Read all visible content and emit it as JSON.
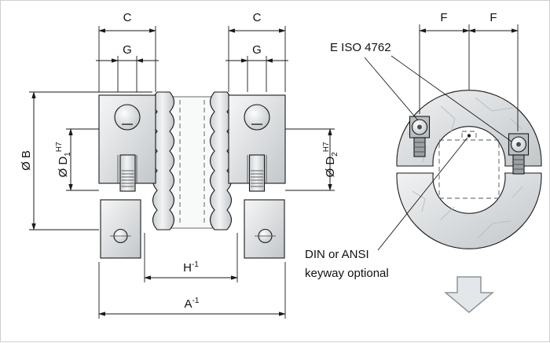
{
  "drawing": {
    "title": "clamp-coupling-technical-drawing",
    "colors": {
      "line": "#1a1a1a",
      "metal_light": "#f3f4f5",
      "metal_dark": "#c6cacd",
      "annotation_text": "#111111"
    },
    "left_view": {
      "dim_c_left": "C",
      "dim_c_right": "C",
      "dim_g_left": "G",
      "dim_g_right": "G",
      "dim_b": "Ø B",
      "dim_d1": {
        "base": "Ø D",
        "sub": "1",
        "sup": "H7"
      },
      "dim_d2": {
        "base": "Ø D",
        "sub": "2",
        "sup": "H7"
      },
      "dim_h": {
        "base": "H",
        "sup": "-1"
      },
      "dim_a": {
        "base": "A",
        "sup": "-1"
      }
    },
    "right_view": {
      "dim_f_left": "F",
      "dim_f_right": "F",
      "screw_note": "E ISO 4762",
      "keyway_note_line1": "DIN or ANSI",
      "keyway_note_line2": "keyway optional"
    }
  }
}
